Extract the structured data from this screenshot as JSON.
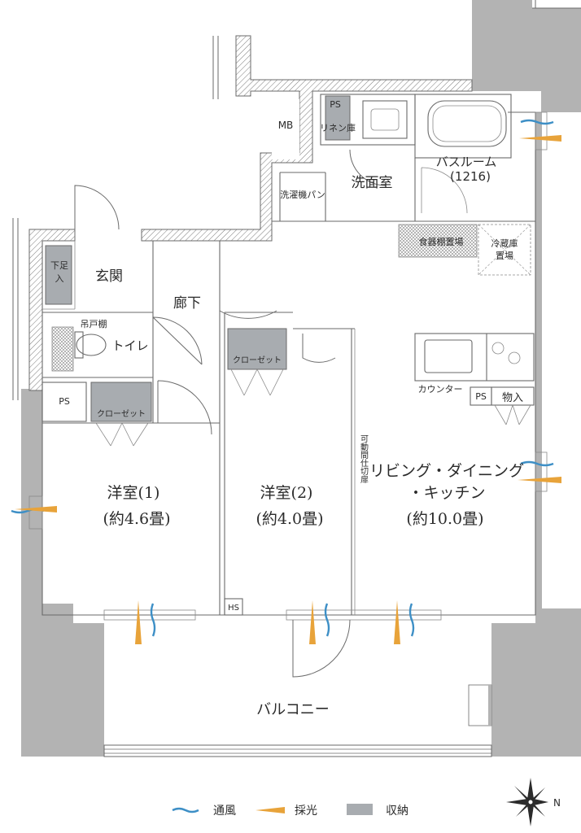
{
  "rooms": {
    "mb": "MB",
    "ps_top": "PS",
    "linen": "リネン庫",
    "washroom": "洗面室",
    "laundry_pan": "洗濯機パン",
    "bathroom_name": "バスルーム",
    "bathroom_size": "(1216)",
    "dish_shelf": "食器棚置場",
    "fridge_line1": "冷蔵庫",
    "fridge_line2": "置場",
    "shoe_line1": "下足",
    "shoe_line2": "入",
    "entrance": "玄関",
    "corridor": "廊下",
    "hanging_shelf": "吊戸棚",
    "toilet": "トイレ",
    "ps_left": "PS",
    "closet1": "クローゼット",
    "closet2": "クローゼット",
    "counter": "カウンター",
    "ps_kitchen": "PS",
    "storage": "物入",
    "partition": "可動間仕切扉",
    "room1_name": "洋室(1)",
    "room1_size": "(約4.6畳)",
    "room2_name": "洋室(2)",
    "room2_size": "(約4.0畳)",
    "ldk_line1": "リビング・ダイニング",
    "ldk_line2": "・キッチン",
    "ldk_size": "(約10.0畳)",
    "hs": "HS",
    "balcony": "バルコニー"
  },
  "legend": {
    "ventilation": "通風",
    "daylight": "採光",
    "storage": "収納"
  },
  "compass": {
    "north_label": "N"
  },
  "colors": {
    "wall": "#b3b3b3",
    "storage": "#a8acb0",
    "ventilation": "#3d8fc6",
    "daylight": "#e8a33a",
    "line": "#6a6a6a"
  },
  "icons": {
    "ventilation": "wave-arrow-icon",
    "daylight": "light-ray-icon",
    "compass": "compass-rose-icon"
  }
}
